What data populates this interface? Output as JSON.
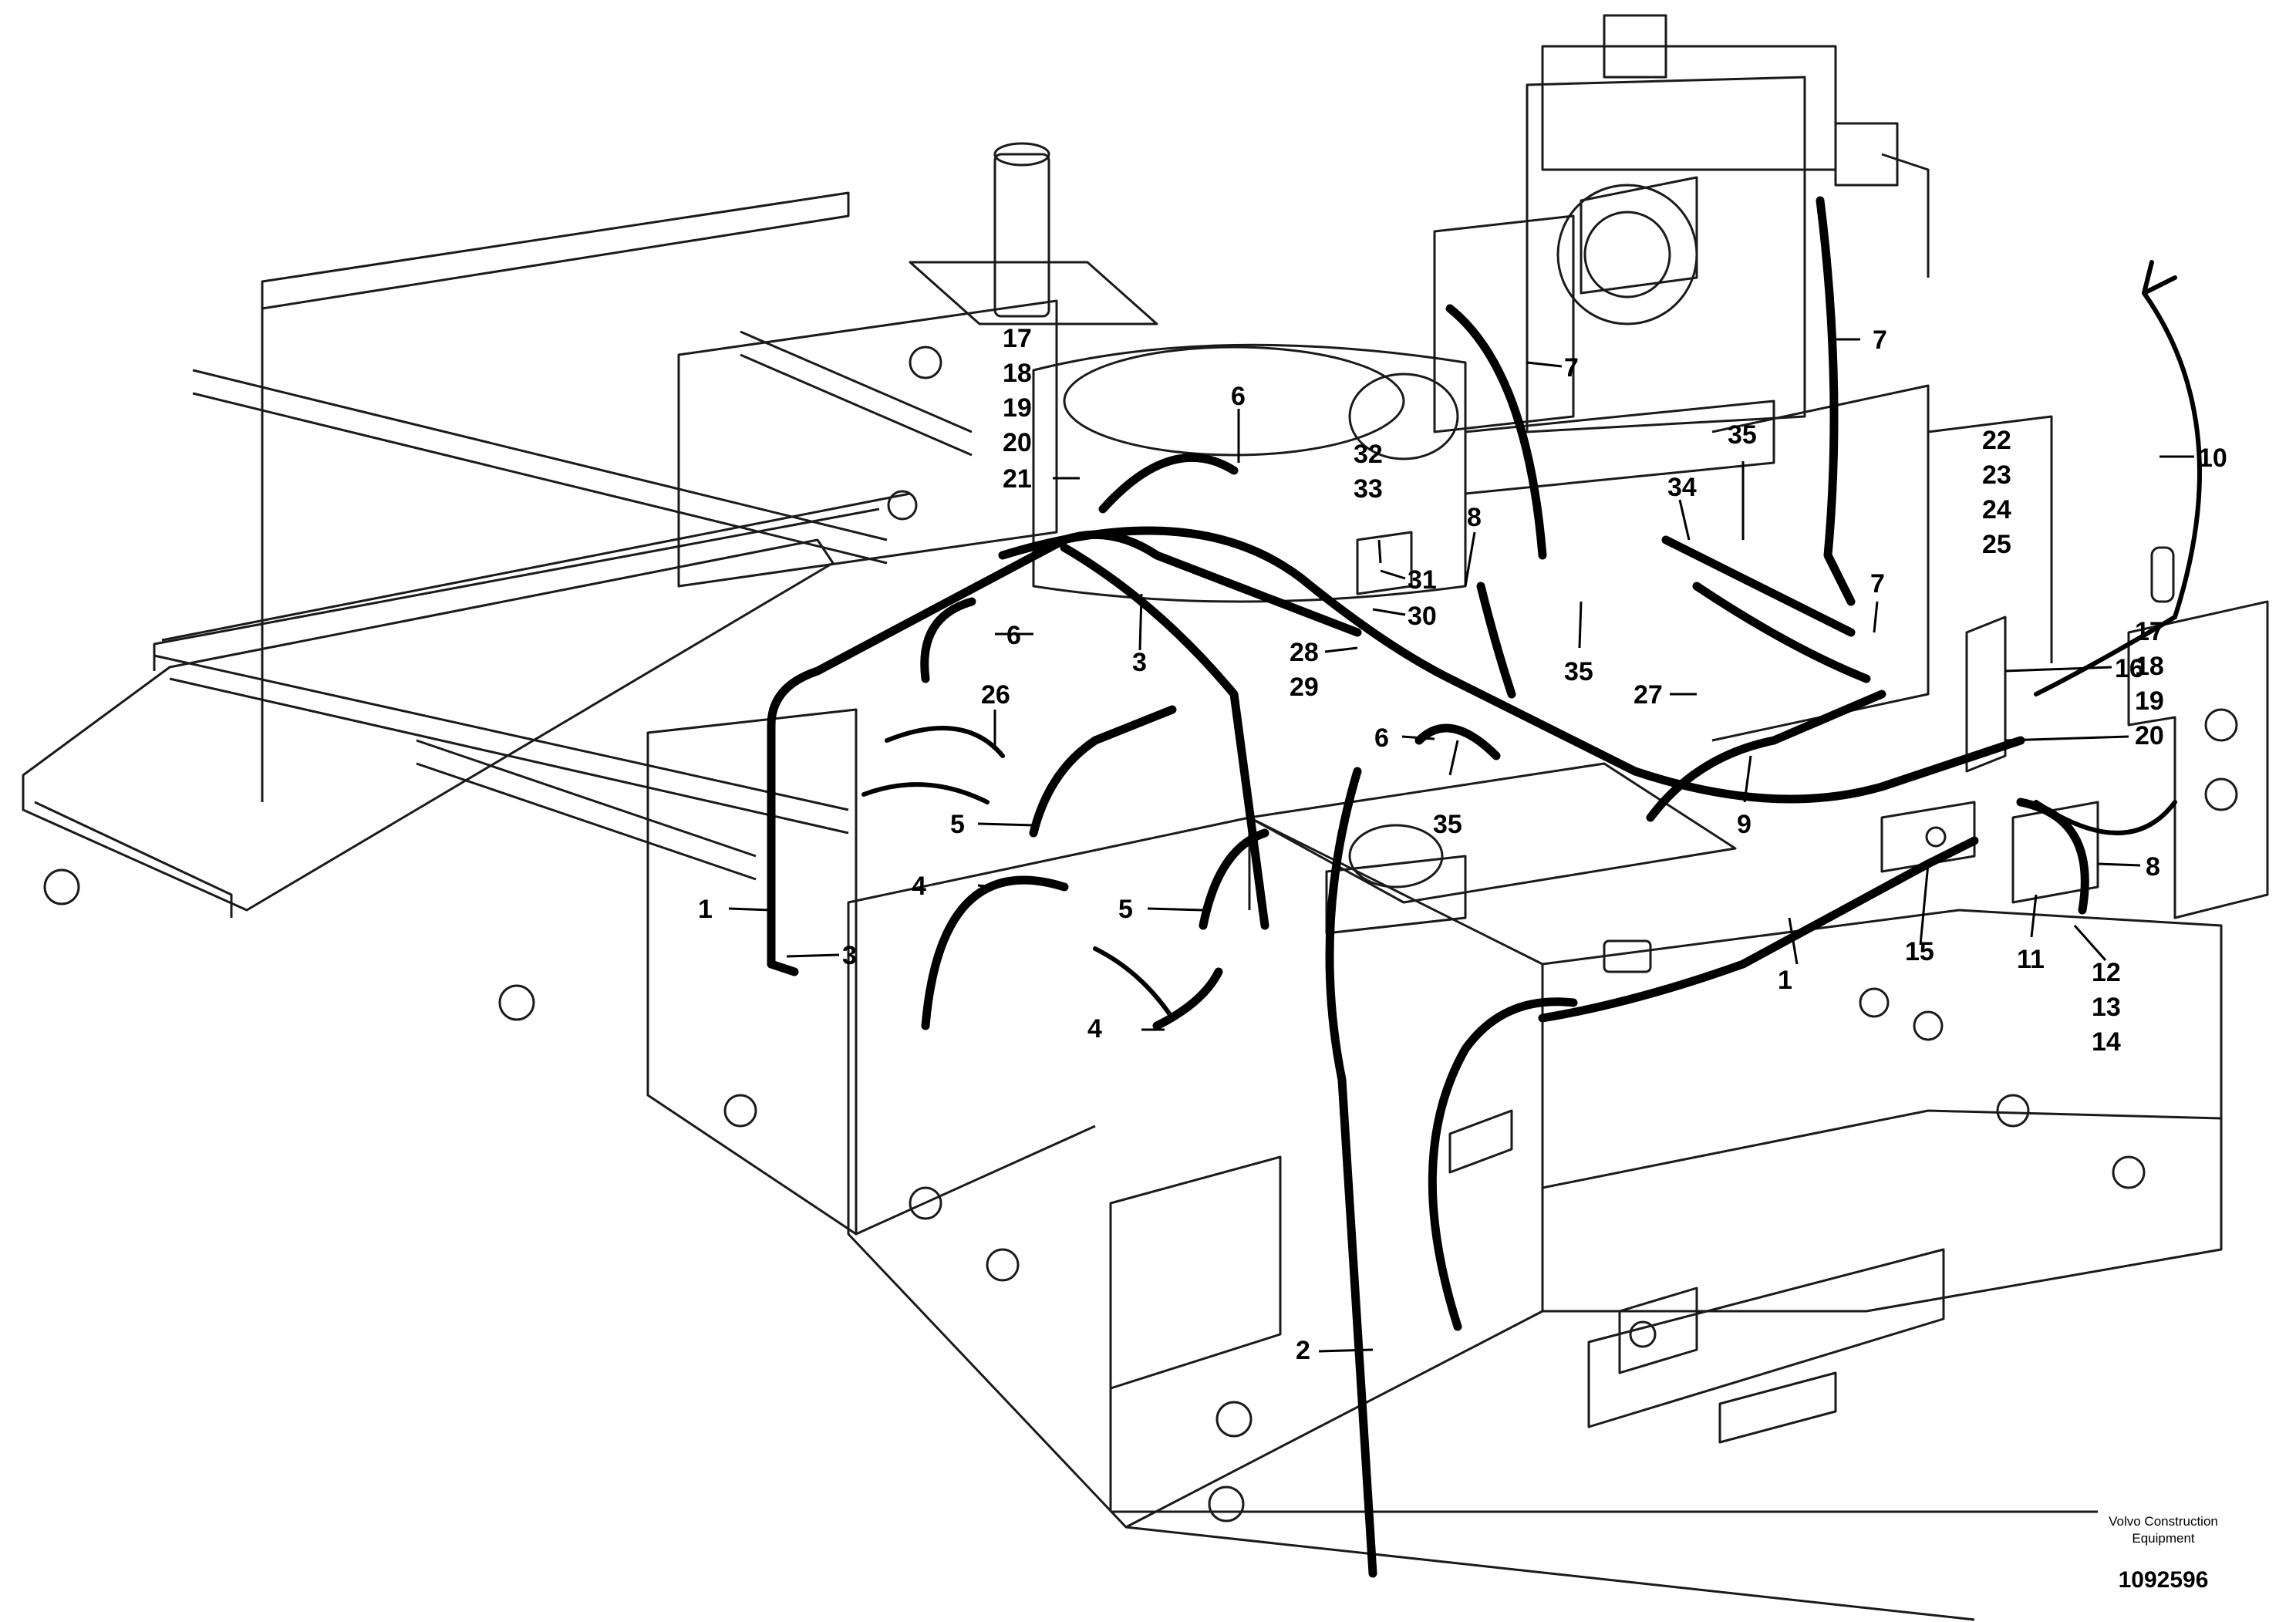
{
  "labels": {
    "l1a": "1",
    "l1b": "1",
    "l2": "2",
    "l3a": "3",
    "l3b": "3",
    "l4a": "4",
    "l4b": "4",
    "l5a": "5",
    "l5b": "5",
    "l6a": "6",
    "l6b": "6",
    "l6c": "6",
    "l7a": "7",
    "l7b": "7",
    "l7c": "7",
    "l8a": "8",
    "l8b": "8",
    "l9": "9",
    "l10": "10",
    "l11": "11",
    "l12": "12",
    "l13": "13",
    "l14": "14",
    "l15": "15",
    "l16": "16",
    "l17a": "17",
    "l18a": "18",
    "l19a": "19",
    "l20a": "20",
    "l21": "21",
    "l17b": "17",
    "l18b": "18",
    "l19b": "19",
    "l20b": "20",
    "l22": "22",
    "l23": "23",
    "l24": "24",
    "l25": "25",
    "l26": "26",
    "l27": "27",
    "l28": "28",
    "l29": "29",
    "l30": "30",
    "l31": "31",
    "l32": "32",
    "l33": "33",
    "l34": "34",
    "l35a": "35",
    "l35b": "35",
    "l35c": "35"
  },
  "footer": {
    "brand_line1": "Volvo Construction",
    "brand_line2": "Equipment",
    "doc_number": "1092596"
  }
}
